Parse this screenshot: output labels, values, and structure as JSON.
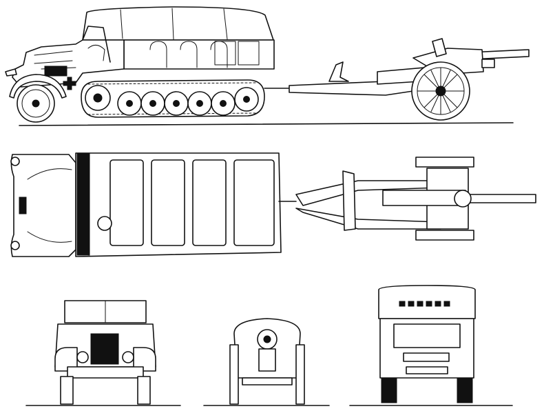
{
  "drawing": {
    "subject": "",
    "views": [
      "side-view",
      "top-view",
      "tractor-front-view",
      "gun-front-view",
      "tractor-rear-view"
    ]
  }
}
